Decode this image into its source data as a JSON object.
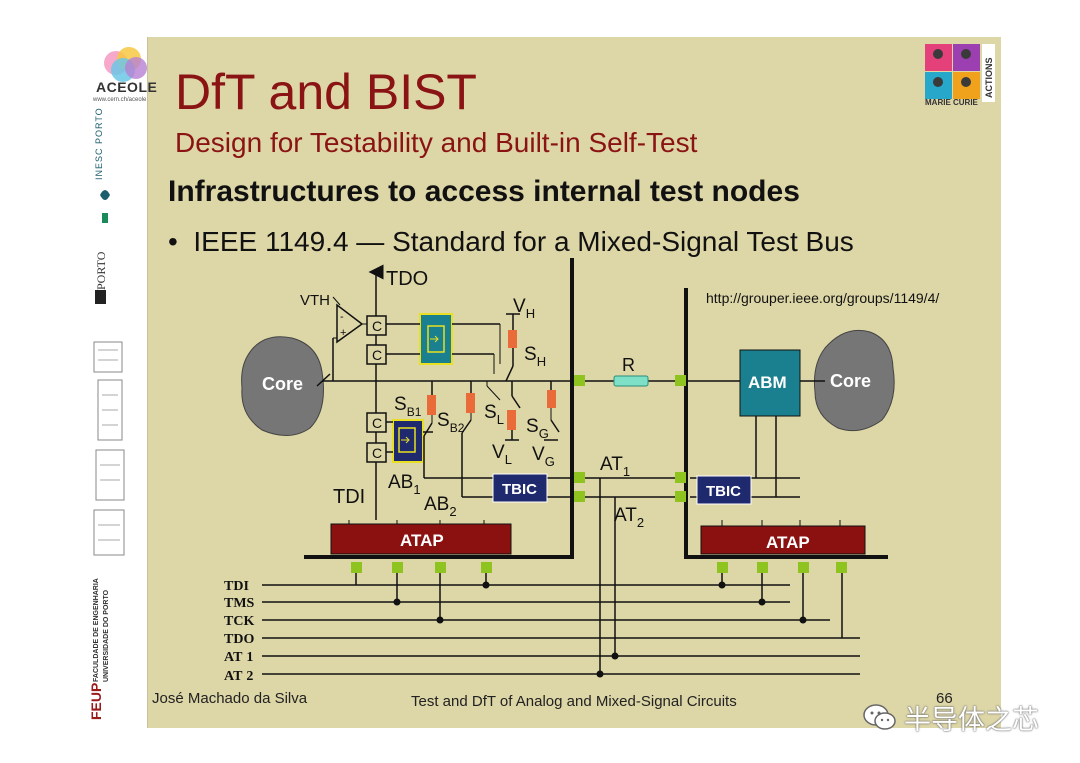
{
  "logos": {
    "aceole": {
      "name": "ACEOLE",
      "url": "www.cern.ch/aceole"
    },
    "inesc": "INESC PORTO",
    "uporto": "PORTO",
    "feup": {
      "name": "FEUP",
      "line1": "FACULDADE DE ENGENHARIA",
      "line2": "UNIVERSIDADE DO PORTO"
    },
    "marie_curie": {
      "name": "MARIE CURIE",
      "actions": "ACTIONS"
    }
  },
  "title": "DfT and BIST",
  "subtitle": "Design for Testability and Built-in Self-Test",
  "heading": "Infrastructures to access internal test nodes",
  "bullet": {
    "marker": "•",
    "text": "IEEE 1149.4 —  Standard for a Mixed-Signal Test Bus"
  },
  "reference_url": "http://grouper.ieee.org/groups/1149/4/",
  "diagram": {
    "left_core": "Core",
    "right_core": "Core",
    "tdo_top": "TDO",
    "vth": "VTH",
    "cells": [
      "C",
      "C",
      "C",
      "C"
    ],
    "v_h": {
      "main": "V",
      "sub": "H"
    },
    "s_h": {
      "main": "S",
      "sub": "H"
    },
    "s_b1": {
      "main": "S",
      "sub": "B1"
    },
    "s_b2": {
      "main": "S",
      "sub": "B2"
    },
    "s_l": {
      "main": "S",
      "sub": "L"
    },
    "s_g": {
      "main": "S",
      "sub": "G"
    },
    "v_l": {
      "main": "V",
      "sub": "L"
    },
    "v_g": {
      "main": "V",
      "sub": "G"
    },
    "ab1": {
      "main": "AB",
      "sub": "1"
    },
    "ab2": {
      "main": "AB",
      "sub": "2"
    },
    "tdi_top": "TDI",
    "resistor": "R",
    "at1_label": {
      "main": "AT",
      "sub": "1"
    },
    "at2_label": {
      "main": "AT",
      "sub": "2"
    },
    "abm": "ABM",
    "tbic_left": "TBIC",
    "tbic_right": "TBIC",
    "atap_left": "ATAP",
    "atap_right": "ATAP",
    "bus_lines": [
      {
        "main": "TDI",
        "sub": ""
      },
      {
        "main": "TMS",
        "sub": ""
      },
      {
        "main": "TCK",
        "sub": ""
      },
      {
        "main": "TDO",
        "sub": ""
      },
      {
        "main": "AT",
        "sub": "1"
      },
      {
        "main": "AT",
        "sub": "2"
      }
    ]
  },
  "footer": {
    "author": "José Machado da Silva",
    "course": "Test and DfT of Analog and Mixed-Signal Circuits",
    "page": "66"
  },
  "watermark": {
    "text": "半导体之芯",
    "icon": "wechat-icon"
  },
  "colors": {
    "slide_bg": "#ddd6a7",
    "title": "#8a1414",
    "atap": "#8b1010",
    "tbic": "#1f2a6e",
    "abm": "#1a7f8e",
    "switch_resistor": "#e96b3a",
    "node_square": "#8fc31f",
    "resistor_body": "#7fe0c8"
  }
}
